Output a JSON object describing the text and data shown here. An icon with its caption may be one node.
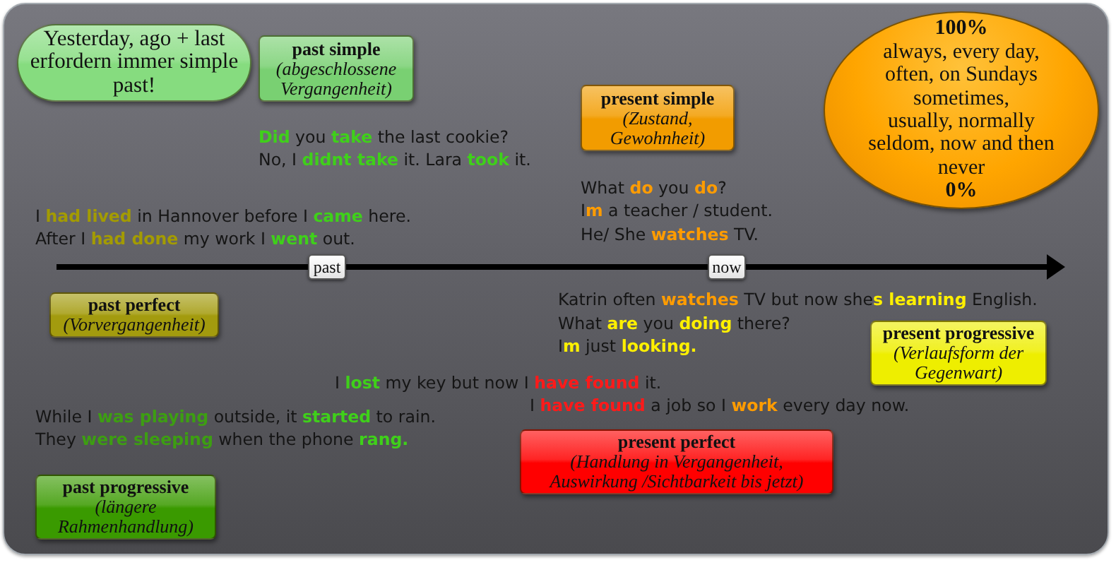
{
  "diagram": {
    "nodes": [
      {
        "text": [
          "Yesterday, ago + last erfordern immer simple past!"
        ]
      },
      {
        "text": [
          "past simple",
          "(abgeschlossene Vergangenheit)"
        ]
      },
      {
        "text": [
          "100%",
          "always, every day,",
          "often, on Sundays",
          "sometimes,",
          "usually, normally",
          "seldom, now and then",
          "never",
          "0%"
        ]
      },
      {
        "text": [
          "present simple",
          "(Zustand, Gewohnheit)"
        ]
      },
      {
        "text": [
          "past"
        ]
      },
      {
        "text": [
          "now"
        ]
      },
      {
        "text": [
          "past perfect",
          "(Vorvergangenheit)"
        ]
      },
      {
        "text": [
          "present progressive",
          "(Verlaufsform der Gegenwart)"
        ]
      },
      {
        "text": [
          "present perfect",
          "(Handlung in Vergangenheit, Auswirkung /Sichtbarkeit bis jetzt)"
        ]
      },
      {
        "text": [
          "past progressive",
          "(längere Rahmenhandlung)"
        ]
      }
    ],
    "labels": [
      "**Did** you **take** the last cookie?",
      "No, I **didnt take** it. Lara **took** it.",
      "What **do** you **do**?",
      "I**m** a teacher / student.",
      "He/ She **watches** TV.",
      "I **had lived** in Hannover before I **came** here.",
      "After I **had done** my work I **went** out.",
      "Katrin often **watches** TV but now she**s learning** English.",
      "What **are** you **doing** there?",
      "I**m** just **looking.**",
      "I **lost** my key but now I **have found** it.",
      "I **have found** a job so I **work** every day now.",
      "While I **was playing** outside, it **started** to rain.",
      "They **were sleeping** when the phone **rang.**"
    ]
  }
}
